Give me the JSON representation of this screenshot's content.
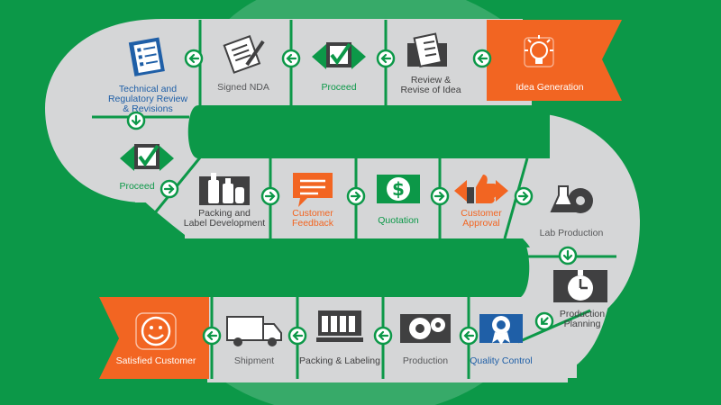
{
  "colors": {
    "background": "#0c9848",
    "path": "#d5d6d7",
    "divider": "#0c9848",
    "highlight": "#f26522",
    "icon_dark": "#404041",
    "icon_green": "#0c9848",
    "icon_blue": "#1f5fa7",
    "label_grey": "#58595b",
    "label_green": "#0c9848",
    "label_blue": "#1f5fa7",
    "label_orange": "#f26522"
  },
  "steps": [
    {
      "id": "idea-generation",
      "label": "Idea Generation",
      "icon": "lightbulb-icon",
      "label_color": "white",
      "highlight": true
    },
    {
      "id": "review-revise",
      "label": "Review &\nRevise of Idea",
      "icon": "clipboard-checklist-icon",
      "label_color": "dark"
    },
    {
      "id": "proceed-1",
      "label": "Proceed",
      "icon": "checkbox-diamond-icon",
      "label_color": "green"
    },
    {
      "id": "signed-nda",
      "label": "Signed NDA",
      "icon": "signed-document-icon",
      "label_color": "grey"
    },
    {
      "id": "technical-review",
      "label": "Technical and\nRegulatory Review\n& Revisions",
      "icon": "document-list-icon",
      "label_color": "blue"
    },
    {
      "id": "proceed-2",
      "label": "Proceed",
      "icon": "checkbox-diamond-icon",
      "label_color": "green"
    },
    {
      "id": "packing-label-dev",
      "label": "Packing and\nLabel Development",
      "icon": "bottles-icon",
      "label_color": "dark"
    },
    {
      "id": "customer-feedback",
      "label": "Customer\nFeedback",
      "icon": "speech-bubble-icon",
      "label_color": "orange"
    },
    {
      "id": "quotation",
      "label": "Quotation",
      "icon": "dollar-bill-icon",
      "label_color": "green"
    },
    {
      "id": "customer-approval",
      "label": "Customer\nApproval",
      "icon": "thumbs-up-icon",
      "label_color": "orange"
    },
    {
      "id": "lab-production",
      "label": "Lab Production",
      "icon": "flask-gear-icon",
      "label_color": "grey"
    },
    {
      "id": "production-planning",
      "label": "Production\nPlanning",
      "icon": "stopwatch-icon",
      "label_color": "dark"
    },
    {
      "id": "quality-control",
      "label": "Quality Control",
      "icon": "award-ribbon-icon",
      "label_color": "blue"
    },
    {
      "id": "production",
      "label": "Production",
      "icon": "gears-icon",
      "label_color": "grey"
    },
    {
      "id": "packing-labeling",
      "label": "Packing & Labeling",
      "icon": "conveyor-bottles-icon",
      "label_color": "dark"
    },
    {
      "id": "shipment",
      "label": "Shipment",
      "icon": "delivery-truck-icon",
      "label_color": "grey"
    },
    {
      "id": "satisfied-customer",
      "label": "Satisfied Customer",
      "icon": "smiley-face-icon",
      "label_color": "white",
      "highlight": true
    }
  ],
  "arrows": [
    {
      "icon": "arrow-left-icon"
    },
    {
      "icon": "arrow-left-icon"
    },
    {
      "icon": "arrow-left-icon"
    },
    {
      "icon": "arrow-left-icon"
    },
    {
      "icon": "arrow-down-icon"
    },
    {
      "icon": "arrow-right-icon"
    },
    {
      "icon": "arrow-right-icon"
    },
    {
      "icon": "arrow-right-icon"
    },
    {
      "icon": "arrow-right-icon"
    },
    {
      "icon": "arrow-right-icon"
    },
    {
      "icon": "arrow-down-icon"
    },
    {
      "icon": "arrow-down-left-icon"
    },
    {
      "icon": "arrow-left-icon"
    },
    {
      "icon": "arrow-left-icon"
    },
    {
      "icon": "arrow-left-icon"
    },
    {
      "icon": "arrow-left-icon"
    }
  ]
}
